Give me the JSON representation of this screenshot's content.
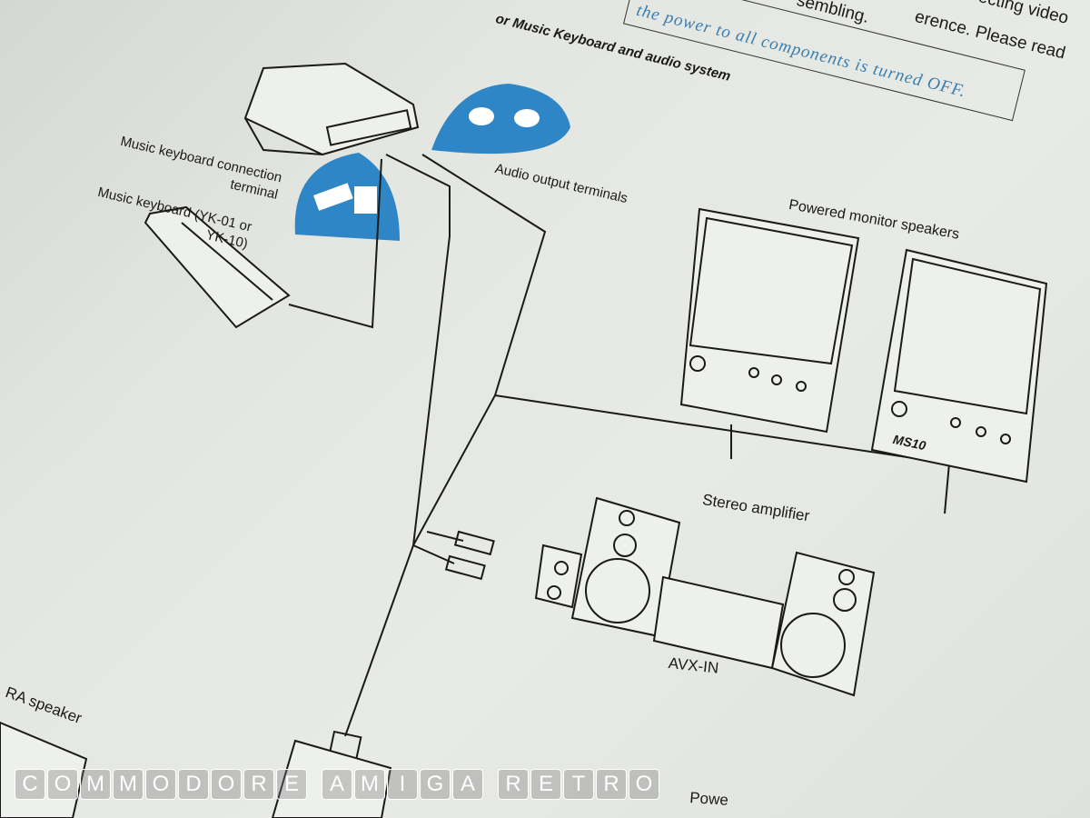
{
  "header_text": {
    "line1": "ecting video",
    "line2": "erence. Please read",
    "line3": "sembling."
  },
  "notice": "the power to all components is turned OFF.",
  "section_title": "or Music Keyboard and audio system",
  "labels": {
    "keyboard_terminal": [
      "Music keyboard connection",
      "terminal"
    ],
    "keyboard": [
      "Music keyboard (YK-01 or",
      "YK-10)"
    ],
    "audio_output": "Audio output terminals",
    "monitor_speakers": "Powered monitor speakers",
    "speaker_model": "MS10",
    "stereo_amp": "Stereo amplifier",
    "avx": "AVX-IN",
    "ra_speaker": "RA speaker",
    "power": "Powe"
  },
  "watermark": "COMMODORE AMIGA RETRO",
  "colors": {
    "accent_blue": "#2f86c6",
    "ink": "#1a1a1a",
    "paper": "#e6e8e4"
  }
}
